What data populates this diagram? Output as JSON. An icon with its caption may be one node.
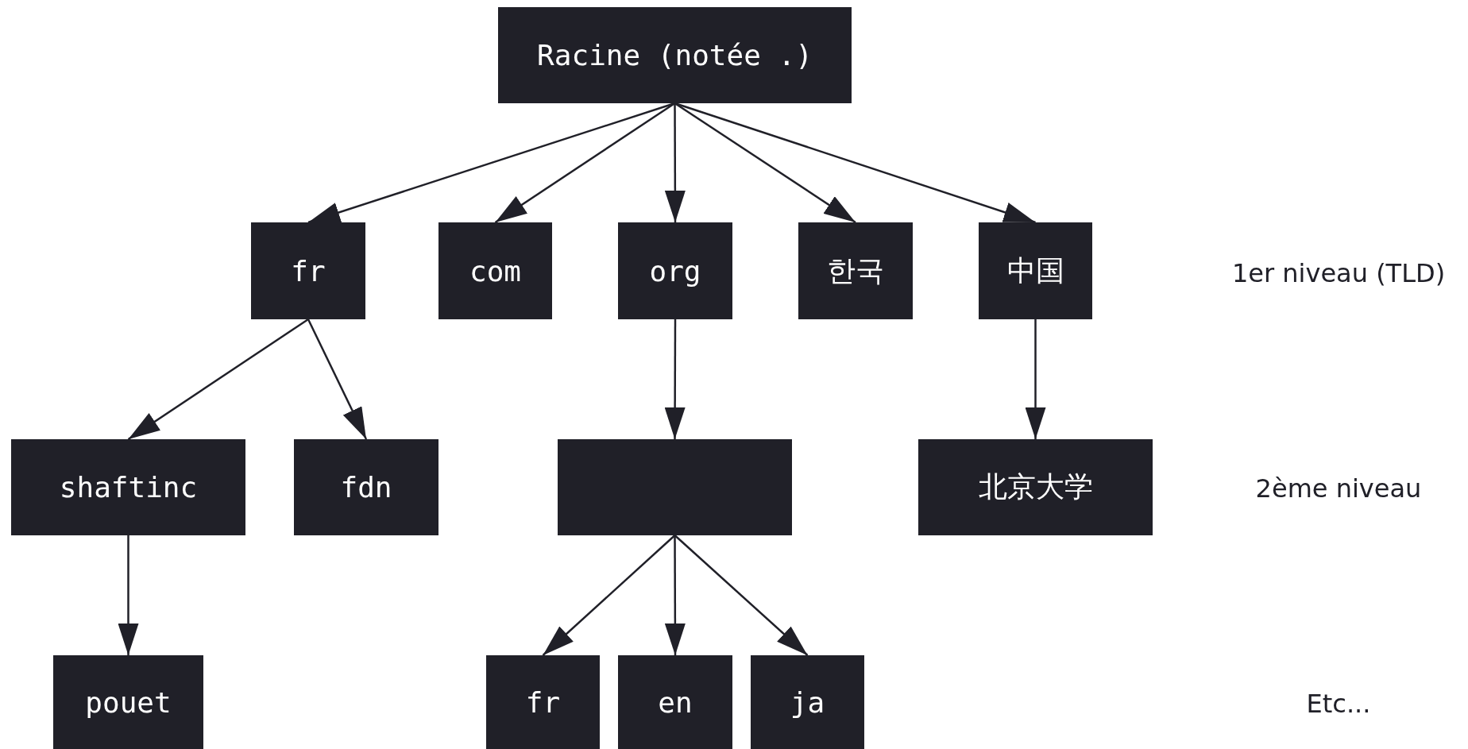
{
  "diagram": {
    "nodes": [
      {
        "text": [
          "Racine (notée .)"
        ]
      },
      {
        "text": [
          "fr"
        ]
      },
      {
        "text": [
          "com"
        ]
      },
      {
        "text": [
          "org"
        ]
      },
      {
        "text": [
          "한국"
        ]
      },
      {
        "text": [
          "中国"
        ]
      },
      {
        "text": [
          "shaftinc"
        ]
      },
      {
        "text": [
          "fdn"
        ]
      },
      {
        "text": [],
        "shape": "box"
      },
      {
        "text": [
          "北京大学"
        ]
      },
      {
        "text": [
          "pouet"
        ]
      },
      {
        "text": [
          "fr"
        ]
      },
      {
        "text": [
          "en"
        ]
      },
      {
        "text": [
          "ja"
        ]
      }
    ],
    "edges": [
      {
        "from": 0,
        "to": 1,
        "arrow": "to"
      },
      {
        "from": 0,
        "to": 2,
        "arrow": "to"
      },
      {
        "from": 0,
        "to": 3,
        "arrow": "to"
      },
      {
        "from": 0,
        "to": 4,
        "arrow": "to"
      },
      {
        "from": 0,
        "to": 5,
        "arrow": "to"
      },
      {
        "from": 1,
        "to": 6,
        "arrow": "to"
      },
      {
        "from": 1,
        "to": 7,
        "arrow": "to"
      },
      {
        "from": 3,
        "to": 8,
        "arrow": "to"
      },
      {
        "from": 5,
        "to": 9,
        "arrow": "to"
      },
      {
        "from": 6,
        "to": 10,
        "arrow": "to"
      },
      {
        "from": 8,
        "to": 11,
        "arrow": "to"
      },
      {
        "from": 8,
        "to": 12,
        "arrow": "to"
      },
      {
        "from": 8,
        "to": 13,
        "arrow": "to"
      }
    ],
    "labels": [
      "1er niveau (TLD)",
      "2ème niveau",
      "Etc..."
    ]
  }
}
